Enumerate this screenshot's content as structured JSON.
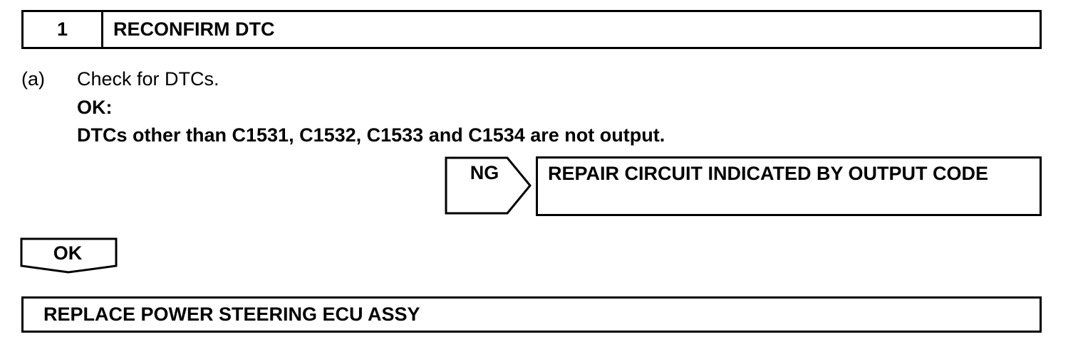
{
  "step": {
    "number": "1",
    "title": "RECONFIRM DTC"
  },
  "procedure": {
    "marker": "(a)",
    "instruction": "Check for DTCs.",
    "ok_heading": "OK:",
    "ok_condition": "DTCs other than C1531, C1532, C1533 and C1534 are not output."
  },
  "ng_branch": {
    "label": "NG",
    "result": "REPAIR CIRCUIT INDICATED BY OUTPUT CODE"
  },
  "ok_branch": {
    "label": "OK"
  },
  "final_action": {
    "text": "REPLACE POWER STEERING ECU ASSY"
  }
}
